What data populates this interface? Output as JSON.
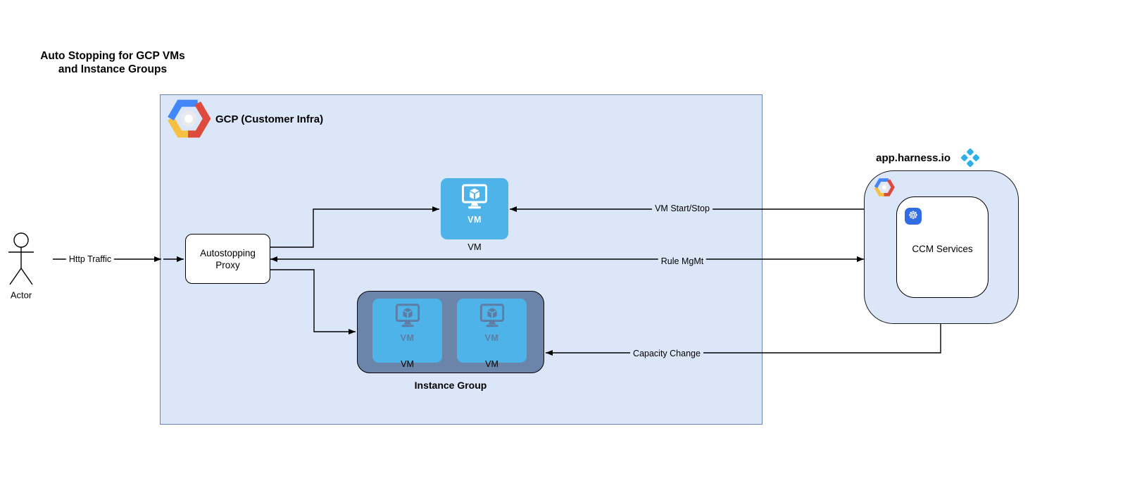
{
  "title": "Auto Stopping for GCP VMs\nand Instance Groups",
  "actor": {
    "label": "Actor"
  },
  "gcp": {
    "label": "GCP (Customer Infra)"
  },
  "proxy": {
    "label": "Autostopping Proxy"
  },
  "vm": {
    "icon_label": "VM",
    "caption": "VM"
  },
  "instance_group": {
    "label": "Instance Group",
    "vms": [
      {
        "icon_label": "VM",
        "caption": "VM"
      },
      {
        "icon_label": "VM",
        "caption": "VM"
      }
    ]
  },
  "harness": {
    "label": "app.harness.io",
    "ccm_label": "CCM Services"
  },
  "edges": {
    "http_traffic": "Http Traffic",
    "vm_start_stop": "VM Start/Stop",
    "rule_mgmt": "Rule MgMt",
    "capacity_change": "Capacity Change"
  },
  "colors": {
    "gcp_box_fill": "#dbe7f8",
    "gcp_box_stroke": "#6c84b3",
    "vm_blue": "#4db3e8",
    "instance_group_fill": "#6b84a9",
    "instance_group_glyph": "#5f7da4",
    "kubernetes_blue": "#326ce5",
    "harness_cyan": "#2cb1e8",
    "google_blue": "#4386fa",
    "google_red": "#dd4b3e",
    "google_yellow": "#f6c142"
  }
}
